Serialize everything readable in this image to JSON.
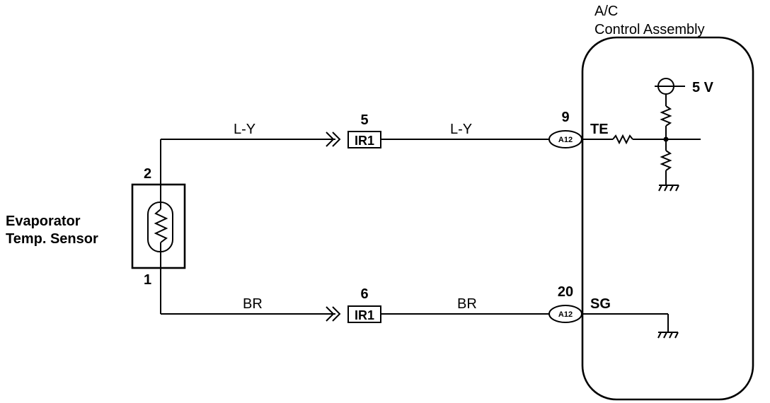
{
  "assembly": {
    "title_line1": "A/C",
    "title_line2": "Control Assembly",
    "supply_voltage": "5 V"
  },
  "sensor": {
    "name_line1": "Evaporator",
    "name_line2": "Temp. Sensor",
    "pin_top": "2",
    "pin_bottom": "1"
  },
  "circuits": [
    {
      "wire_color_left": "L-Y",
      "wire_color_right": "L-Y",
      "connector": "IR1",
      "connector_pin": "5",
      "ecu_connector": "A12",
      "ecu_pin": "9",
      "terminal": "TE"
    },
    {
      "wire_color_left": "BR",
      "wire_color_right": "BR",
      "connector": "IR1",
      "connector_pin": "6",
      "ecu_connector": "A12",
      "ecu_pin": "20",
      "terminal": "SG"
    }
  ]
}
